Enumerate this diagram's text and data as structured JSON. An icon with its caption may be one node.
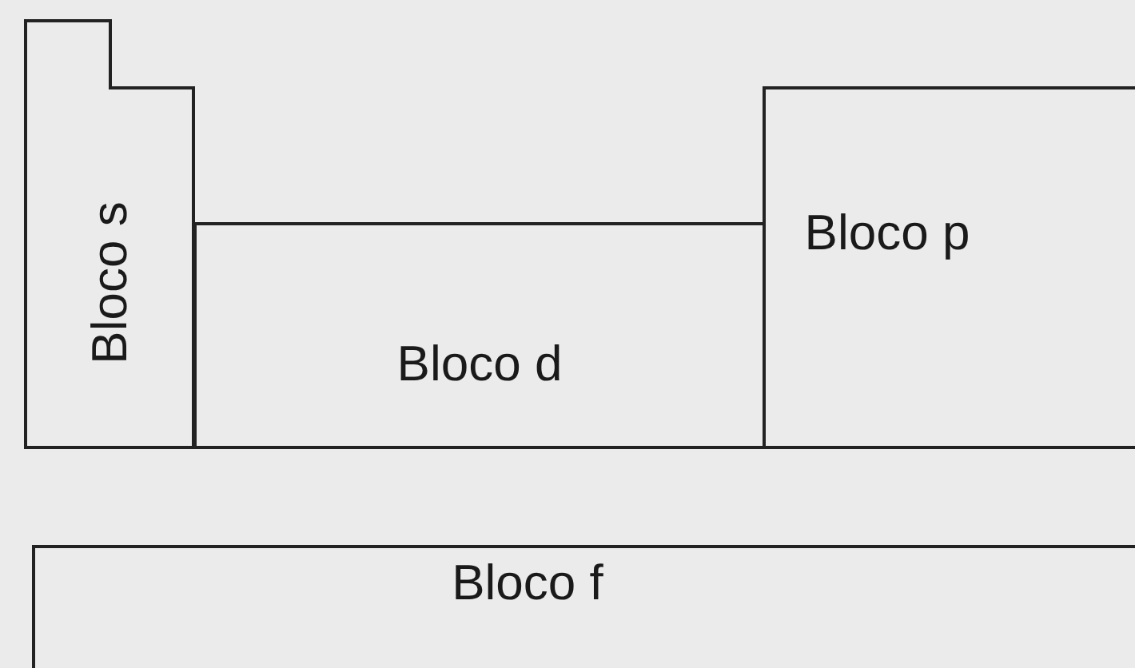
{
  "diagram": {
    "nodes": [
      {
        "text": [
          "Bloco s"
        ]
      },
      {
        "text": [
          "Bloco d"
        ]
      },
      {
        "text": [
          "Bloco p"
        ]
      },
      {
        "text": [
          "Bloco f"
        ]
      }
    ]
  }
}
